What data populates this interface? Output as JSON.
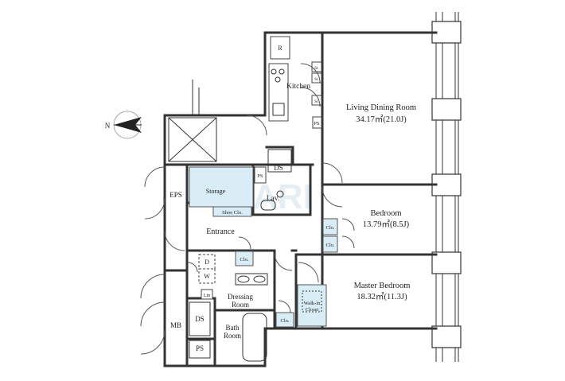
{
  "rooms": {
    "ldk": {
      "name": "Living Dining Room",
      "area": "34.17㎡(21.0J)"
    },
    "bedroom": {
      "name": "Bedroom",
      "area": "13.79㎡(8.5J)"
    },
    "master": {
      "name": "Master Bedroom",
      "area": "18.32㎡(11.3J)"
    },
    "kitchen": "Kitchen",
    "entrance": "Entrance",
    "storage": "Storage",
    "lav": "Lav.",
    "shoe": "Shoe Clo.",
    "dressing": [
      "Dressing",
      "Room"
    ],
    "bath": [
      "Bath",
      "Room"
    ],
    "walkin": [
      "Walk-in",
      "Closet"
    ]
  },
  "labels": {
    "eps": "EPS",
    "mb": "MB",
    "ds": "DS",
    "ps": "PS",
    "r": "R",
    "st": "St.",
    "clo": "Clo.",
    "d": "D",
    "w": "W",
    "lin": "Lin"
  },
  "compass": {
    "letter": "N"
  },
  "watermark": "ARI"
}
